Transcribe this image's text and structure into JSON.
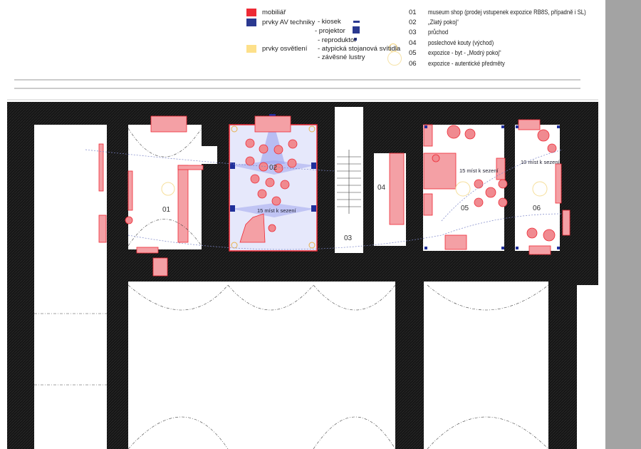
{
  "legend": {
    "categories": [
      {
        "label": "mobiliář",
        "color": "#ee2a35"
      },
      {
        "label": "prvky AV techniky",
        "color": "#2b3990"
      },
      {
        "label": "prvky osvětlení",
        "color": "#fde08a"
      }
    ],
    "av_items": [
      "- kiosek",
      "- projektor",
      "- reproduktor"
    ],
    "light_items": [
      "- atypická stojanová svítidla",
      "- závěsné lustry"
    ],
    "rooms": [
      {
        "num": "01",
        "desc": "museum shop (prodej vstupenek expozice RB8S, případně i SL)"
      },
      {
        "num": "02",
        "desc": "„Zlatý pokoj“"
      },
      {
        "num": "03",
        "desc": "průchod"
      },
      {
        "num": "04",
        "desc": "poslechové kouty (východ)"
      },
      {
        "num": "05",
        "desc": "expozice - byt - „Modrý pokoj“"
      },
      {
        "num": "06",
        "desc": "expozice - autentické předměty"
      }
    ]
  },
  "plan": {
    "room_labels": [
      "01",
      "02",
      "03",
      "04",
      "05",
      "06"
    ],
    "seating": [
      "15 míst k sezení",
      "15 míst k sezení",
      "10 míst k sezení"
    ]
  },
  "colors": {
    "furniture": "#ee2a35",
    "av": "#1f2f9a",
    "light": "#f2c94c",
    "wall": "#141414",
    "sidebar": "#a3a3a3"
  }
}
